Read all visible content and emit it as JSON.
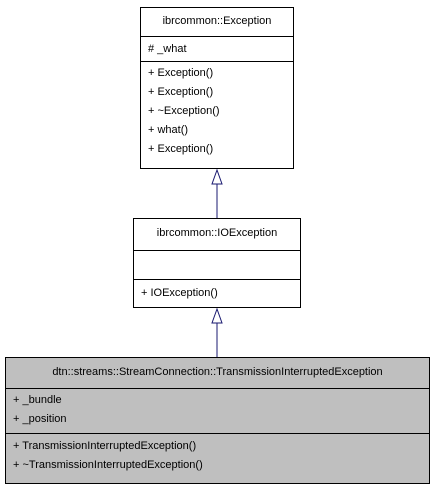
{
  "classes": [
    {
      "id": "exception",
      "name": "ibrcommon::Exception",
      "attributes": [
        "# _what"
      ],
      "operations": [
        "+ Exception()",
        "+ Exception()",
        "+ ~Exception()",
        "+ what()",
        "+ Exception()"
      ]
    },
    {
      "id": "ioexception",
      "name": "ibrcommon::IOException",
      "attributes": [],
      "operations": [
        "+ IOException()"
      ]
    },
    {
      "id": "transmission",
      "name": "dtn::streams::StreamConnection::TransmissionInterruptedException",
      "attributes": [
        "+ _bundle",
        "+ _position"
      ],
      "operations": [
        "+ TransmissionInterruptedException()",
        "+ ~TransmissionInterruptedException()"
      ]
    }
  ],
  "colors": {
    "edge": "#191970",
    "highlight_fill": "#bfbfbf",
    "border": "#000000"
  }
}
